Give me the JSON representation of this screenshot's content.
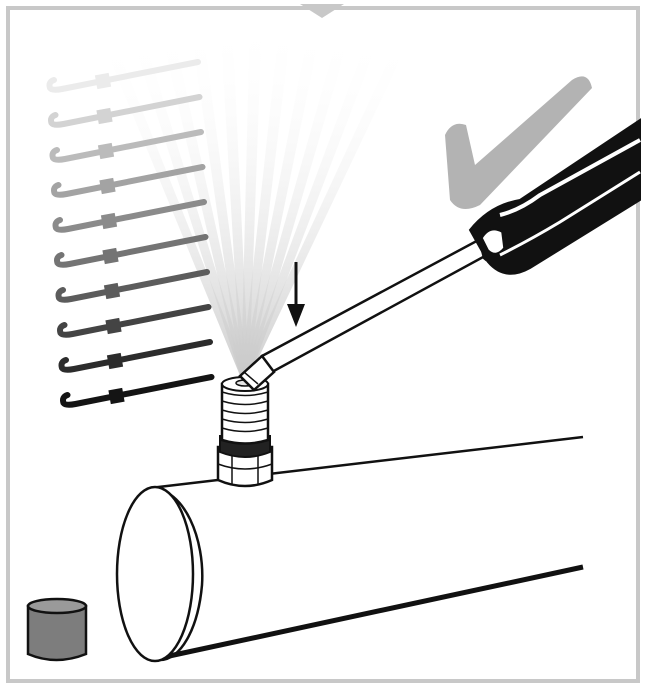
{
  "illustration": {
    "subject": "pipe-with-valve-and-screwdriver",
    "icons": [
      "checkmark-icon",
      "down-arrow-icon",
      "spray-fan-icon",
      "valve-fitting-icon",
      "screwdriver-icon",
      "pipe-icon",
      "valve-cap-icon",
      "hook-tool-icon"
    ],
    "hook_tools_count": 10,
    "spray_rays_count": 11,
    "colors": {
      "frame": "#c8c8c8",
      "outline": "#111111",
      "checkmark": "#b3b3b3",
      "cap": "#7d7d7d",
      "background": "#ffffff"
    }
  }
}
